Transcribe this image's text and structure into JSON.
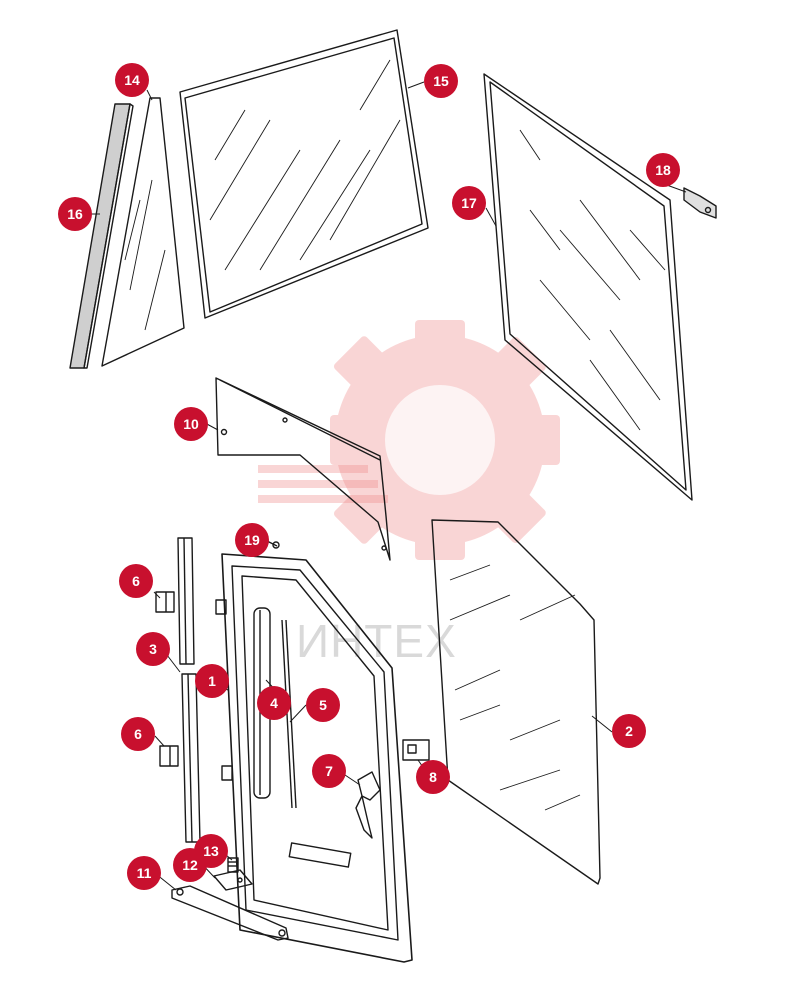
{
  "watermark": {
    "text": "ИНТЕХ",
    "color": "#f5b5b5"
  },
  "callout_color": "#c8102e",
  "callouts": [
    {
      "id": "c1",
      "label": "1"
    },
    {
      "id": "c2",
      "label": "2"
    },
    {
      "id": "c3",
      "label": "3"
    },
    {
      "id": "c4",
      "label": "4"
    },
    {
      "id": "c5",
      "label": "5"
    },
    {
      "id": "c6a",
      "label": "6"
    },
    {
      "id": "c6b",
      "label": "6"
    },
    {
      "id": "c7",
      "label": "7"
    },
    {
      "id": "c8",
      "label": "8"
    },
    {
      "id": "c10",
      "label": "10"
    },
    {
      "id": "c11",
      "label": "11"
    },
    {
      "id": "c12",
      "label": "12"
    },
    {
      "id": "c13",
      "label": "13"
    },
    {
      "id": "c14",
      "label": "14"
    },
    {
      "id": "c15",
      "label": "15"
    },
    {
      "id": "c16",
      "label": "16"
    },
    {
      "id": "c17",
      "label": "17"
    },
    {
      "id": "c18",
      "label": "18"
    },
    {
      "id": "c19",
      "label": "19"
    }
  ]
}
